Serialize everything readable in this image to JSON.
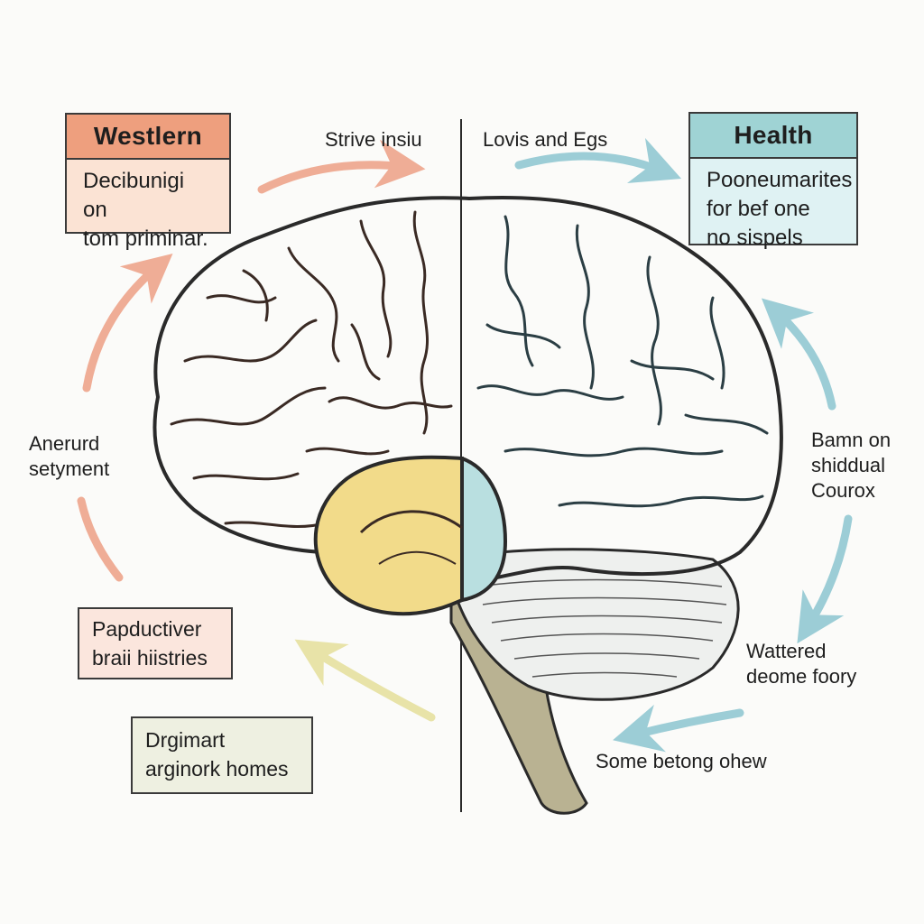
{
  "colors": {
    "background": "#fbfbf9",
    "left_hemisphere": "#ec8c6e",
    "right_hemisphere": "#9ccfd6",
    "temporal_lobe": "#f2db8a",
    "brainstem": "#b9b292",
    "arrow_orange": "#efad96",
    "arrow_teal": "#9ccdd6",
    "arrow_yellow": "#e8e3a8"
  },
  "boxes": {
    "western": {
      "title": "Westlern",
      "body": "Decibunigi on\ntom priminar."
    },
    "health": {
      "title": "Health",
      "body": "Pooneumarites\nfor bef one\nno sispels"
    },
    "productive": {
      "text": "Papductiver\nbraii hiistries"
    },
    "primary": {
      "text": "Drgimart\narginork homes"
    }
  },
  "labels": {
    "top_left": "Strive insiu",
    "top_right": "Lovis and Egs",
    "left": "Anerurd\nsetyment",
    "right": "Bamn on\nshiddual\nCourox",
    "bottom_right_upper": "Wattered\ndeome foory",
    "bottom_right_lower": "Some betong ohew"
  }
}
